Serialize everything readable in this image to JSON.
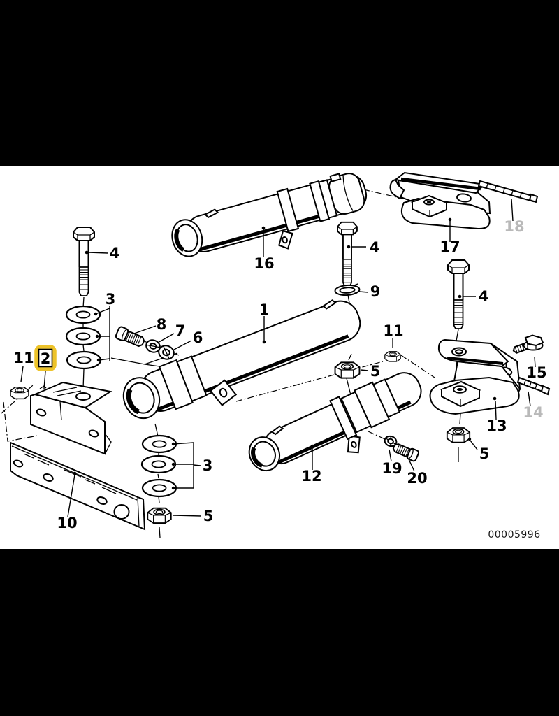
{
  "page": {
    "letterbox_color": "#000000",
    "paper_color": "#FFFFFF",
    "ink_color": "#000000",
    "highlight_color": "#EDC32A",
    "muted_label_color": "#B9B9B9",
    "drawing_number": "00005996",
    "labels": [
      {
        "text": "1",
        "style": "normal"
      },
      {
        "text": "2",
        "style": "highlighted"
      },
      {
        "text": "3",
        "style": "normal"
      },
      {
        "text": "3",
        "style": "normal"
      },
      {
        "text": "4",
        "style": "normal"
      },
      {
        "text": "4",
        "style": "normal"
      },
      {
        "text": "4",
        "style": "normal"
      },
      {
        "text": "5",
        "style": "normal"
      },
      {
        "text": "5",
        "style": "normal"
      },
      {
        "text": "5",
        "style": "normal"
      },
      {
        "text": "6",
        "style": "normal"
      },
      {
        "text": "7",
        "style": "normal"
      },
      {
        "text": "8",
        "style": "normal"
      },
      {
        "text": "9",
        "style": "normal"
      },
      {
        "text": "10",
        "style": "normal"
      },
      {
        "text": "11",
        "style": "normal"
      },
      {
        "text": "11",
        "style": "normal"
      },
      {
        "text": "12",
        "style": "normal"
      },
      {
        "text": "13",
        "style": "normal"
      },
      {
        "text": "14",
        "style": "muted"
      },
      {
        "text": "15",
        "style": "normal"
      },
      {
        "text": "16",
        "style": "normal"
      },
      {
        "text": "17",
        "style": "normal"
      },
      {
        "text": "18",
        "style": "muted"
      },
      {
        "text": "19",
        "style": "normal"
      },
      {
        "text": "20",
        "style": "normal"
      }
    ]
  }
}
